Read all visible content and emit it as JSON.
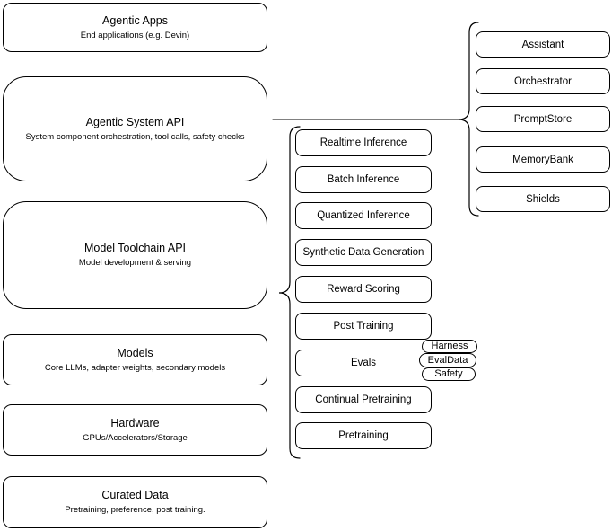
{
  "stack": {
    "boxes": [
      {
        "title": "Agentic Apps",
        "subtitle": "End applications (e.g. Devin)"
      },
      {
        "title": "Agentic System API",
        "subtitle": "System component orchestration, tool calls, safety checks"
      },
      {
        "title": "Model Toolchain API",
        "subtitle": "Model development & serving"
      },
      {
        "title": "Models",
        "subtitle": "Core LLMs, adapter weights, secondary models"
      },
      {
        "title": "Hardware",
        "subtitle": "GPUs/Accelerators/Storage"
      },
      {
        "title": "Curated Data",
        "subtitle": "Pretraining, preference, post training."
      }
    ]
  },
  "toolchain": {
    "items": [
      "Realtime Inference",
      "Batch Inference",
      "Quantized Inference",
      "Synthetic Data Generation",
      "Reward Scoring",
      "Post Training",
      "Evals",
      "Continual Pretraining",
      "Pretraining"
    ]
  },
  "evals_tags": [
    "Harness",
    "EvalData",
    "Safety"
  ],
  "system_components": {
    "items": [
      "Assistant",
      "Orchestrator",
      "PromptStore",
      "MemoryBank",
      "Shields"
    ]
  },
  "colors": {
    "stroke": "#000000",
    "fill": "#ffffff",
    "background": "#ffffff"
  }
}
